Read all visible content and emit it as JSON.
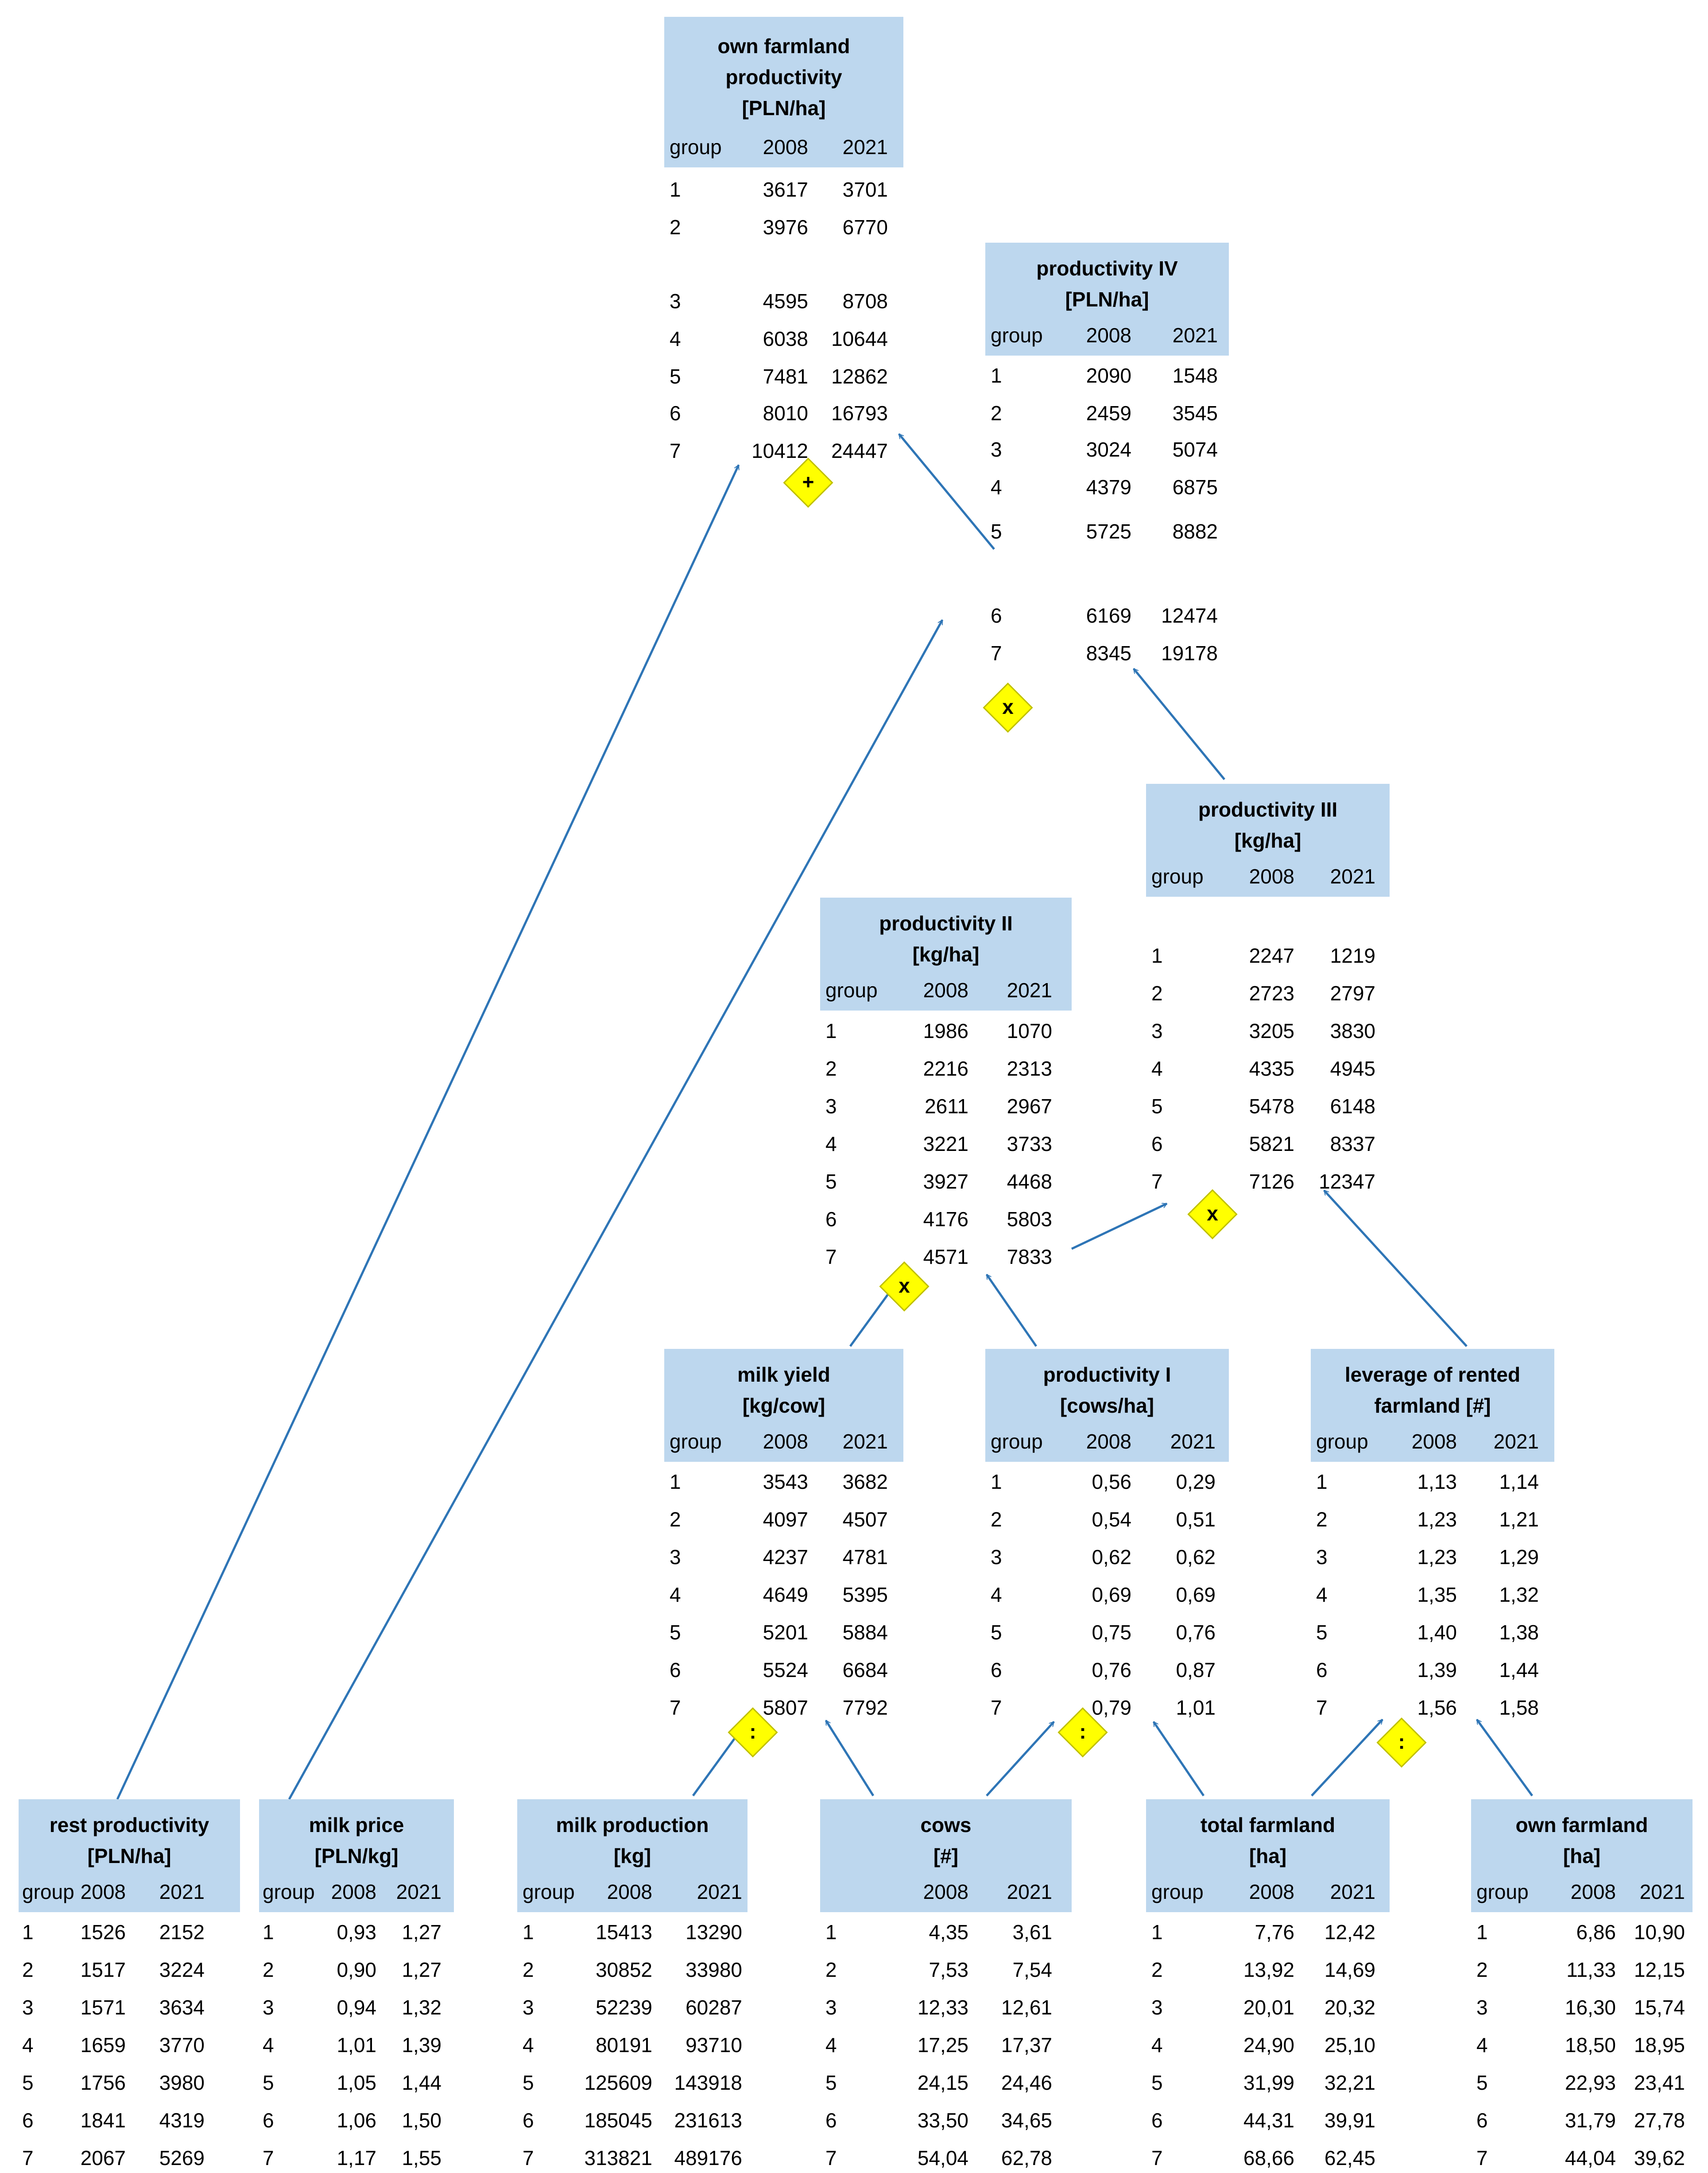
{
  "tables": [
    {
      "id": "own-farmland-productivity",
      "title_lines": [
        "own farmland",
        "productivity",
        "[PLN/ha]"
      ],
      "columns": [
        "group",
        "2008",
        "2021"
      ],
      "rows": [
        [
          "1",
          "3617",
          "3701"
        ],
        [
          "2",
          "3976",
          "6770"
        ],
        [
          "3",
          "4595",
          "8708"
        ],
        [
          "4",
          "6038",
          "10644"
        ],
        [
          "5",
          "7481",
          "12862"
        ],
        [
          "6",
          "8010",
          "16793"
        ],
        [
          "7",
          "10412",
          "24447"
        ]
      ]
    },
    {
      "id": "productivity-iv",
      "title_lines": [
        "productivity IV",
        "[PLN/ha]"
      ],
      "columns": [
        "group",
        "2008",
        "2021"
      ],
      "rows": [
        [
          "1",
          "2090",
          "1548"
        ],
        [
          "2",
          "2459",
          "3545"
        ],
        [
          "3",
          "3024",
          "5074"
        ],
        [
          "4",
          "4379",
          "6875"
        ],
        [
          "5",
          "5725",
          "8882"
        ],
        [
          "6",
          "6169",
          "12474"
        ],
        [
          "7",
          "8345",
          "19178"
        ]
      ]
    },
    {
      "id": "productivity-iii",
      "title_lines": [
        "productivity III",
        "[kg/ha]"
      ],
      "columns": [
        "group",
        "2008",
        "2021"
      ],
      "rows": [
        [
          "1",
          "2247",
          "1219"
        ],
        [
          "2",
          "2723",
          "2797"
        ],
        [
          "3",
          "3205",
          "3830"
        ],
        [
          "4",
          "4335",
          "4945"
        ],
        [
          "5",
          "5478",
          "6148"
        ],
        [
          "6",
          "5821",
          "8337"
        ],
        [
          "7",
          "7126",
          "12347"
        ]
      ]
    },
    {
      "id": "productivity-ii",
      "title_lines": [
        "productivity II",
        "[kg/ha]"
      ],
      "columns": [
        "group",
        "2008",
        "2021"
      ],
      "rows": [
        [
          "1",
          "1986",
          "1070"
        ],
        [
          "2",
          "2216",
          "2313"
        ],
        [
          "3",
          "2611",
          "2967"
        ],
        [
          "4",
          "3221",
          "3733"
        ],
        [
          "5",
          "3927",
          "4468"
        ],
        [
          "6",
          "4176",
          "5803"
        ],
        [
          "7",
          "4571",
          "7833"
        ]
      ]
    },
    {
      "id": "milk-yield",
      "title_lines": [
        "milk yield",
        "[kg/cow]"
      ],
      "columns": [
        "group",
        "2008",
        "2021"
      ],
      "rows": [
        [
          "1",
          "3543",
          "3682"
        ],
        [
          "2",
          "4097",
          "4507"
        ],
        [
          "3",
          "4237",
          "4781"
        ],
        [
          "4",
          "4649",
          "5395"
        ],
        [
          "5",
          "5201",
          "5884"
        ],
        [
          "6",
          "5524",
          "6684"
        ],
        [
          "7",
          "5807",
          "7792"
        ]
      ]
    },
    {
      "id": "productivity-i",
      "title_lines": [
        "productivity I",
        "[cows/ha]"
      ],
      "columns": [
        "group",
        "2008",
        "2021"
      ],
      "rows": [
        [
          "1",
          "0,56",
          "0,29"
        ],
        [
          "2",
          "0,54",
          "0,51"
        ],
        [
          "3",
          "0,62",
          "0,62"
        ],
        [
          "4",
          "0,69",
          "0,69"
        ],
        [
          "5",
          "0,75",
          "0,76"
        ],
        [
          "6",
          "0,76",
          "0,87"
        ],
        [
          "7",
          "0,79",
          "1,01"
        ]
      ]
    },
    {
      "id": "leverage-of-rented-farmland",
      "title_lines": [
        "leverage of rented",
        "farmland [#]"
      ],
      "columns": [
        "group",
        "2008",
        "2021"
      ],
      "rows": [
        [
          "1",
          "1,13",
          "1,14"
        ],
        [
          "2",
          "1,23",
          "1,21"
        ],
        [
          "3",
          "1,23",
          "1,29"
        ],
        [
          "4",
          "1,35",
          "1,32"
        ],
        [
          "5",
          "1,40",
          "1,38"
        ],
        [
          "6",
          "1,39",
          "1,44"
        ],
        [
          "7",
          "1,56",
          "1,58"
        ]
      ]
    },
    {
      "id": "rest-productivity",
      "title_lines": [
        "rest productivity",
        "[PLN/ha]"
      ],
      "columns": [
        "group",
        "2008",
        "2021"
      ],
      "rows": [
        [
          "1",
          "1526",
          "2152"
        ],
        [
          "2",
          "1517",
          "3224"
        ],
        [
          "3",
          "1571",
          "3634"
        ],
        [
          "4",
          "1659",
          "3770"
        ],
        [
          "5",
          "1756",
          "3980"
        ],
        [
          "6",
          "1841",
          "4319"
        ],
        [
          "7",
          "2067",
          "5269"
        ]
      ]
    },
    {
      "id": "milk-price",
      "title_lines": [
        "milk price",
        "[PLN/kg]"
      ],
      "columns": [
        "group",
        "2008",
        "2021"
      ],
      "rows": [
        [
          "1",
          "0,93",
          "1,27"
        ],
        [
          "2",
          "0,90",
          "1,27"
        ],
        [
          "3",
          "0,94",
          "1,32"
        ],
        [
          "4",
          "1,01",
          "1,39"
        ],
        [
          "5",
          "1,05",
          "1,44"
        ],
        [
          "6",
          "1,06",
          "1,50"
        ],
        [
          "7",
          "1,17",
          "1,55"
        ]
      ]
    },
    {
      "id": "milk-production",
      "title_lines": [
        "milk production",
        "[kg]"
      ],
      "columns": [
        "group",
        "2008",
        "2021"
      ],
      "rows": [
        [
          "1",
          "15413",
          "13290"
        ],
        [
          "2",
          "30852",
          "33980"
        ],
        [
          "3",
          "52239",
          "60287"
        ],
        [
          "4",
          "80191",
          "93710"
        ],
        [
          "5",
          "125609",
          "143918"
        ],
        [
          "6",
          "185045",
          "231613"
        ],
        [
          "7",
          "313821",
          "489176"
        ]
      ]
    },
    {
      "id": "cows",
      "title_lines": [
        "cows",
        "[#]"
      ],
      "columns": [
        "",
        "2008",
        "2021"
      ],
      "rows": [
        [
          "1",
          "4,35",
          "3,61"
        ],
        [
          "2",
          "7,53",
          "7,54"
        ],
        [
          "3",
          "12,33",
          "12,61"
        ],
        [
          "4",
          "17,25",
          "17,37"
        ],
        [
          "5",
          "24,15",
          "24,46"
        ],
        [
          "6",
          "33,50",
          "34,65"
        ],
        [
          "7",
          "54,04",
          "62,78"
        ]
      ]
    },
    {
      "id": "total-farmland",
      "title_lines": [
        "total farmland",
        "[ha]"
      ],
      "columns": [
        "group",
        "2008",
        "2021"
      ],
      "rows": [
        [
          "1",
          "7,76",
          "12,42"
        ],
        [
          "2",
          "13,92",
          "14,69"
        ],
        [
          "3",
          "20,01",
          "20,32"
        ],
        [
          "4",
          "24,90",
          "25,10"
        ],
        [
          "5",
          "31,99",
          "32,21"
        ],
        [
          "6",
          "44,31",
          "39,91"
        ],
        [
          "7",
          "68,66",
          "62,45"
        ]
      ]
    },
    {
      "id": "own-farmland",
      "title_lines": [
        "own farmland",
        "[ha]"
      ],
      "columns": [
        "group",
        "2008",
        "2021"
      ],
      "rows": [
        [
          "1",
          "6,86",
          "10,90"
        ],
        [
          "2",
          "11,33",
          "12,15"
        ],
        [
          "3",
          "16,30",
          "15,74"
        ],
        [
          "4",
          "18,50",
          "18,95"
        ],
        [
          "5",
          "22,93",
          "23,41"
        ],
        [
          "6",
          "31,79",
          "27,78"
        ],
        [
          "7",
          "44,04",
          "39,62"
        ]
      ]
    }
  ],
  "operators": [
    {
      "id": "plus",
      "symbol": "+"
    },
    {
      "id": "times-iv",
      "symbol": "x"
    },
    {
      "id": "times-iii",
      "symbol": "x"
    },
    {
      "id": "times-ii",
      "symbol": "x"
    },
    {
      "id": "divide-milk-yield",
      "symbol": ":"
    },
    {
      "id": "divide-productivity-i",
      "symbol": ":"
    },
    {
      "id": "divide-leverage",
      "symbol": ":"
    }
  ],
  "colors": {
    "header_fill": "#bdd7ee",
    "arrow": "#2e75b6",
    "operator_fill": "#ffff00"
  }
}
